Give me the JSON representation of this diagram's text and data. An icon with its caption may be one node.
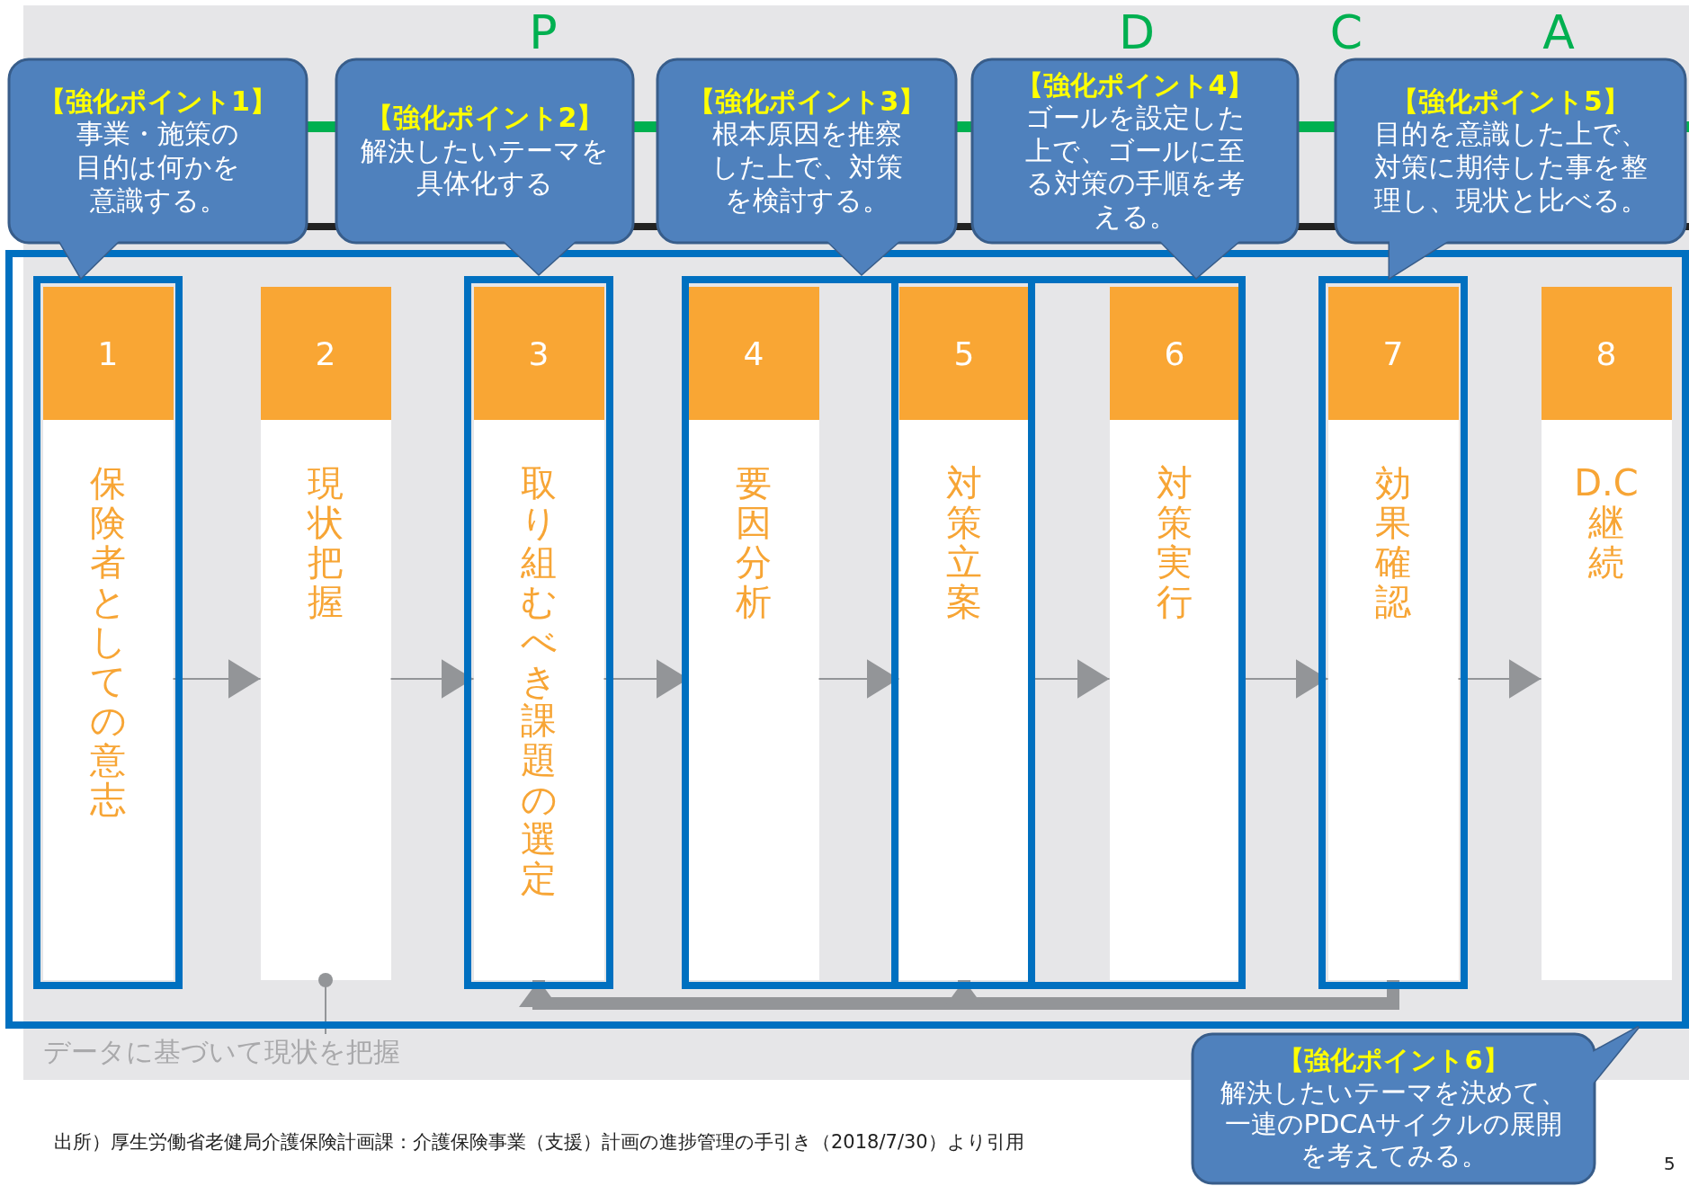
{
  "diagram": {
    "nodes": [
      {
        "text": [
          "【強化ポイント1】",
          "事業・施策の目的は何かを意識する。"
        ]
      },
      {
        "text": [
          "【強化ポイント2】",
          "解決したいテーマを具体化する"
        ]
      },
      {
        "text": [
          "【強化ポイント3】",
          "根本原因を推察した上で、対策を検討する。"
        ]
      },
      {
        "text": [
          "【強化ポイント4】",
          "ゴールを設定した上で、ゴールに至る対策の手順を考える。"
        ]
      },
      {
        "text": [
          "【強化ポイント5】",
          "目的を意識した上で、対策に期待した事を整理し、現状と比べる。"
        ]
      },
      {
        "text": [
          "1",
          "保険者としての意志"
        ]
      },
      {
        "text": [
          "2",
          "現状把握"
        ]
      },
      {
        "text": [
          "3",
          "取り組むべき課題の選定"
        ]
      },
      {
        "text": [
          "4",
          "要因分析"
        ]
      },
      {
        "text": [
          "5",
          "対策立案"
        ]
      },
      {
        "text": [
          "6",
          "対策実行"
        ]
      },
      {
        "text": [
          "7",
          "効果確認"
        ]
      },
      {
        "text": [
          "8",
          "D.C継続"
        ]
      },
      {
        "text": [
          "データに基づいて現状を把握"
        ]
      },
      {
        "text": [
          "【強化ポイント6】",
          "解決したいテーマを決めて、一連のPDCAサイクルの展開を考えてみる。"
        ]
      }
    ],
    "edges": [
      {
        "from": 5,
        "to": 6,
        "arrow": "to"
      },
      {
        "from": 6,
        "to": 7,
        "arrow": "to"
      },
      {
        "from": 7,
        "to": 8,
        "arrow": "to"
      },
      {
        "from": 8,
        "to": 9,
        "arrow": "to"
      },
      {
        "from": 9,
        "to": 10,
        "arrow": "to"
      },
      {
        "from": 10,
        "to": 11,
        "arrow": "to"
      },
      {
        "from": 11,
        "to": 12,
        "arrow": "to"
      },
      {
        "from": 11,
        "to": 7,
        "arrow": "to",
        "style": "thick"
      },
      {
        "from": 11,
        "to": 9,
        "arrow": "to",
        "style": "thick"
      },
      {
        "from": 13,
        "to": 6,
        "arrow": "other"
      }
    ],
    "labels": [
      "P",
      "D",
      "C",
      "A",
      "出所）厚生労働省老健局介護保険計画課：介護保険事業（支援）計画の進捗管理の手引き（2018/7/30）より引用",
      "5"
    ]
  }
}
